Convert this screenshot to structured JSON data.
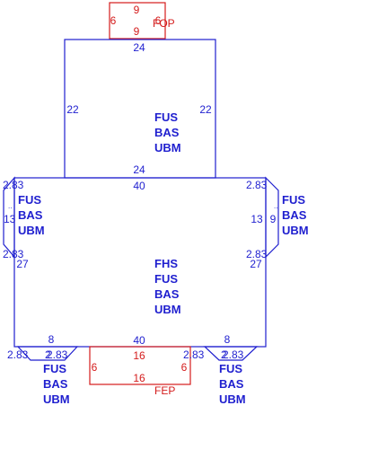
{
  "colors": {
    "blue": "#1f1fcf",
    "red": "#d41c1c"
  },
  "fop": {
    "top": "9",
    "bottom": "9",
    "left": "6",
    "right": "6",
    "name": "FOP"
  },
  "upper": {
    "top": "24",
    "bottom": "24",
    "left": "22",
    "right": "22",
    "labels": [
      "FUS",
      "BAS",
      "UBM"
    ]
  },
  "main": {
    "top": "40",
    "bottom": "40",
    "left": "27",
    "right": "27",
    "labels": [
      "FHS",
      "FUS",
      "BAS",
      "UBM"
    ]
  },
  "left_wing": {
    "top": "2.83",
    "bottom": "2.83",
    "side": "13",
    "outer": "..",
    "labels": [
      "FUS",
      "BAS",
      "UBM"
    ]
  },
  "right_wing": {
    "top": "2.83",
    "bottom": "2.83",
    "side": "13",
    "inner": "9",
    "outer": "..",
    "labels": [
      "FUS",
      "BAS",
      "UBM"
    ]
  },
  "bottom_left": {
    "top": "8",
    "left": "2.83",
    "right": "2.83",
    "bottom": "2",
    "labels": [
      "FUS",
      "BAS",
      "UBM"
    ]
  },
  "bottom_right": {
    "top": "8",
    "left": "2.83",
    "right": "2.83",
    "bottom": "2",
    "labels": [
      "FUS",
      "BAS",
      "UBM"
    ]
  },
  "fep": {
    "top": "16",
    "bottom": "16",
    "left": "6",
    "right": "6",
    "name": "FEP"
  }
}
